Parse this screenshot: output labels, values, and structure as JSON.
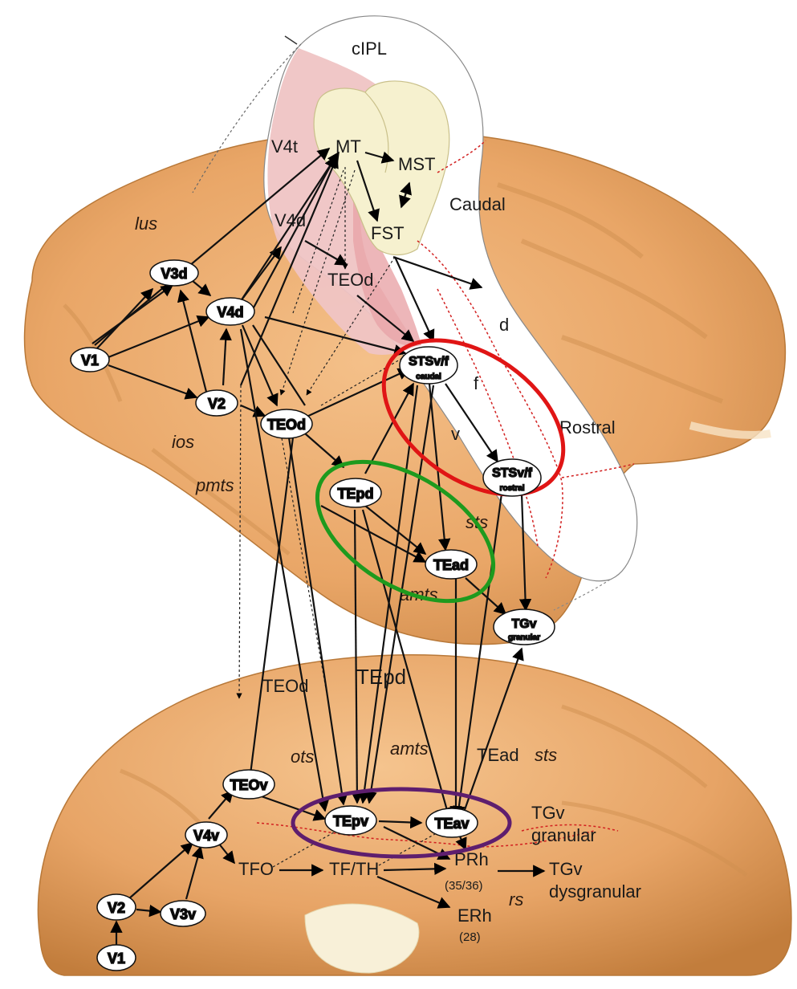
{
  "colors": {
    "brain": "#e9a667",
    "brain_dark": "#c97d3e",
    "pink_region": "#efc4c4",
    "pink_region_deep": "#e8a4a8",
    "yellow_region": "#f6f1cf",
    "red_oval": "#e01515",
    "green_oval": "#1e9a1e",
    "purple_oval": "#5e1e6e",
    "dotted_border": "#d22020"
  },
  "region_labels": {
    "cipl": "cIPL",
    "v4t": "V4t",
    "mt": "MT",
    "mst": "MST",
    "v4d_top": "V4d",
    "fst": "FST",
    "teod_top": "TEOd",
    "caudal": "Caudal",
    "d": "d",
    "f": "f",
    "v": "v",
    "rostral": "Rostral",
    "teod_bottom": "TEOd",
    "tepd_bottom": "TEpd",
    "tead_bottom": "TEad",
    "tgv_granular_line1": "TGv",
    "tgv_granular_line2": "granular",
    "tfo": "TFO",
    "tf_th": "TF/TH",
    "prh": "PRh",
    "prh_sub": "(35/36)",
    "erh": "ERh",
    "erh_sub": "(28)",
    "tgv_dys_line1": "TGv",
    "tgv_dys_line2": "dysgranular"
  },
  "sulci": {
    "lus": "lus",
    "ios": "ios",
    "pmts": "pmts",
    "sts_top": "sts",
    "amts_top": "amts",
    "ots": "ots",
    "amts_bottom": "amts",
    "sts_bottom": "sts",
    "rs": "rs"
  },
  "nodes": {
    "v1": "V1",
    "v3d": "V3d",
    "v4d": "V4d",
    "v2": "V2",
    "teod": "TEOd",
    "stsvf_caudal": "STSv/f",
    "stsvf_caudal_sub": "caudal",
    "stsvf_rostral": "STSv/f",
    "stsvf_rostral_sub": "rostral",
    "tepd": "TEpd",
    "tead": "TEad",
    "tgv": "TGv",
    "tgv_sub": "granular",
    "teov": "TEOv",
    "tepv": "TEpv",
    "teav": "TEav",
    "v4v": "V4v",
    "v2_bottom": "V2",
    "v3v": "V3v",
    "v1_bottom": "V1"
  }
}
